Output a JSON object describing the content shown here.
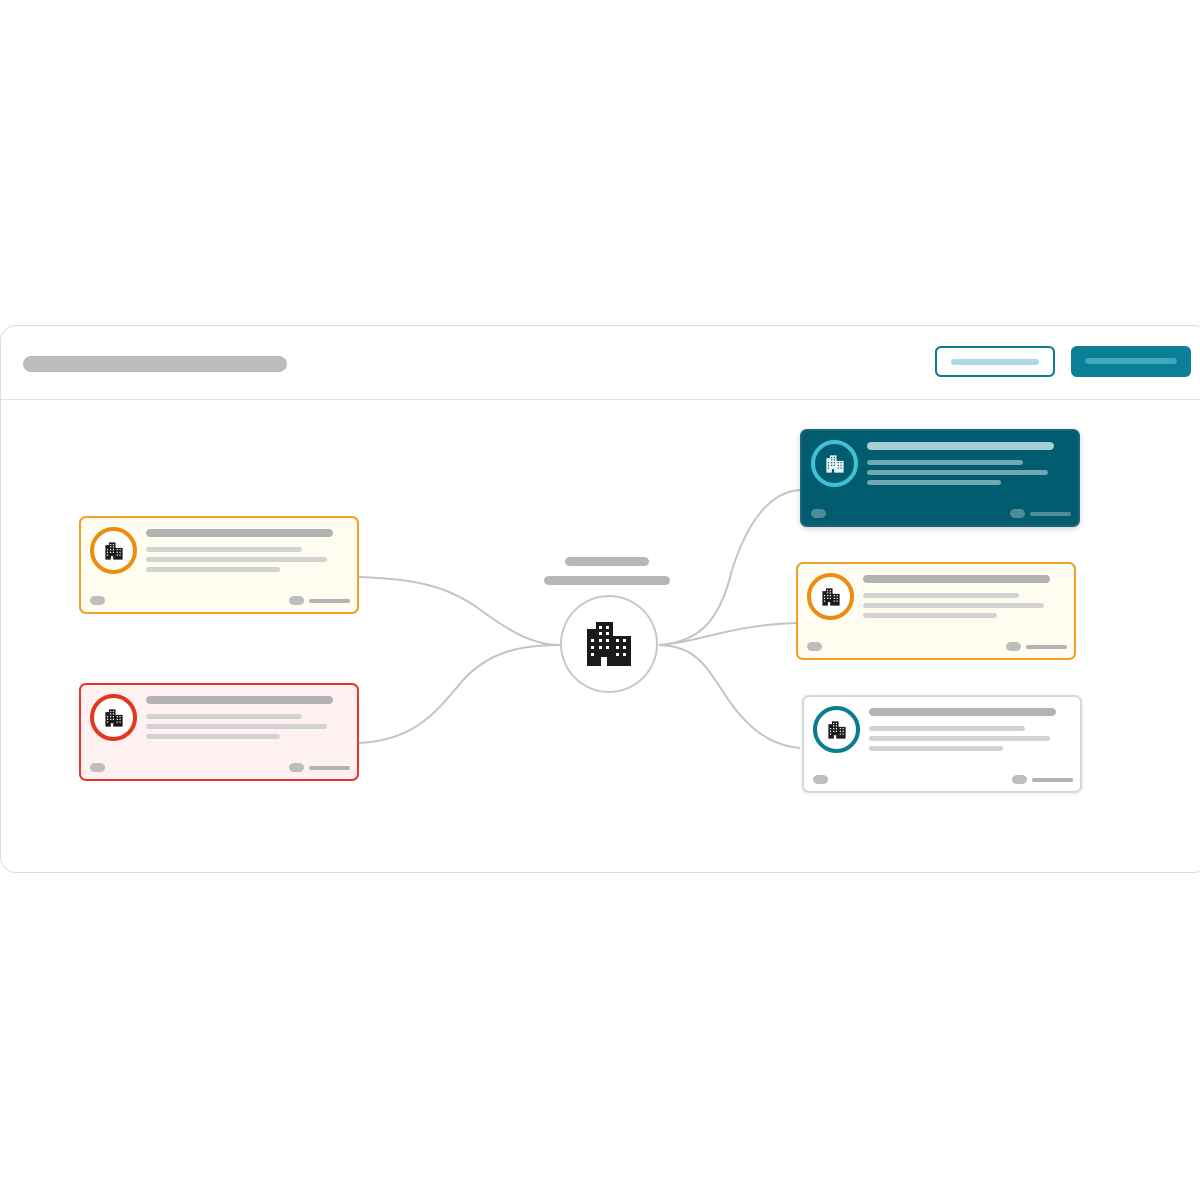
{
  "colors": {
    "accent": "#0a7f95",
    "warning": "#ec8d0e",
    "danger": "#e2361f",
    "selected": "#005c6e",
    "connector": "#c4c4c4"
  },
  "header": {
    "title_icon": "none",
    "secondary_button_icon": "none",
    "primary_button_icon": "none"
  },
  "hub": {
    "icon": "building-icon"
  },
  "nodes": [
    {
      "status": "warning",
      "icon": "building-icon"
    },
    {
      "status": "danger",
      "icon": "building-icon"
    },
    {
      "status": "selected",
      "icon": "building-icon"
    },
    {
      "status": "warning",
      "icon": "building-icon"
    },
    {
      "status": "default",
      "icon": "building-icon"
    }
  ]
}
